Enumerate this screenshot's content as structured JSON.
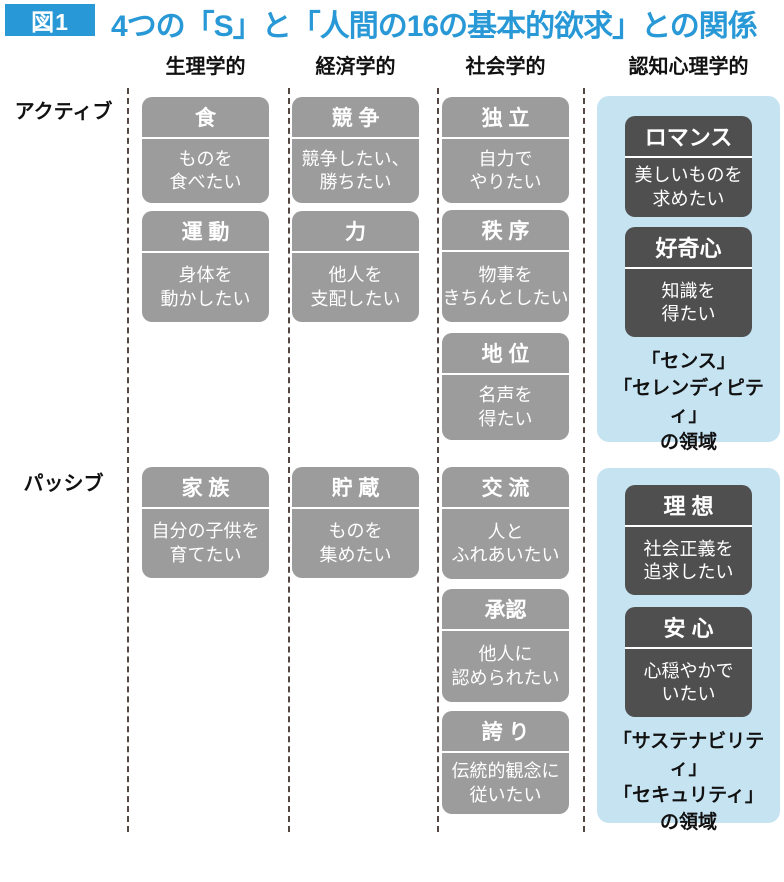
{
  "header": {
    "badge": "図1",
    "title": "4つの「S」と「人間の16の基本的欲求」との関係"
  },
  "rows": {
    "active": "アクティブ",
    "passive": "パッシブ"
  },
  "grid": {
    "physiological": {
      "header": "生理学的",
      "active": [
        {
          "title": "食",
          "body": "ものを\n食べたい"
        },
        {
          "title": "運 動",
          "body": "身体を\n動かしたい"
        }
      ],
      "passive": [
        {
          "title": "家 族",
          "body": "自分の子供を\n育てたい"
        }
      ]
    },
    "economic": {
      "header": "経済学的",
      "active": [
        {
          "title": "競 争",
          "body": "競争したい、\n勝ちたい"
        },
        {
          "title": "力",
          "body": "他人を\n支配したい"
        }
      ],
      "passive": [
        {
          "title": "貯 蔵",
          "body": "ものを\n集めたい"
        }
      ]
    },
    "sociological": {
      "header": "社会学的",
      "active": [
        {
          "title": "独 立",
          "body": "自力で\nやりたい"
        },
        {
          "title": "秩 序",
          "body": "物事を\nきちんとしたい"
        },
        {
          "title": "地 位",
          "body": "名声を\n得たい"
        }
      ],
      "passive": [
        {
          "title": "交 流",
          "body": "人と\nふれあいたい"
        },
        {
          "title": "承認",
          "body": "他人に\n認められたい"
        },
        {
          "title": "誇 り",
          "body": "伝統的観念に\n従いたい"
        }
      ]
    },
    "cognitive": {
      "header": "認知心理学的",
      "active": {
        "cards": [
          {
            "title": "ロマンス",
            "body": "美しいものを\n求めたい"
          },
          {
            "title": "好奇心",
            "body": "知識を\n得たい"
          }
        ],
        "caption": "「センス」\n「セレンディピティ」\nの領域"
      },
      "passive": {
        "cards": [
          {
            "title": "理 想",
            "body": "社会正義を\n追求したい"
          },
          {
            "title": "安 心",
            "body": "心穏やかで\nいたい"
          }
        ],
        "caption": "「サステナビリティ」\n「セキュリティ」\nの領域"
      }
    }
  },
  "colors": {
    "accent_blue": "#2899D6",
    "card_gray": "#9C9C9C",
    "card_dark": "#4F4F4F",
    "panel_blue": "#C6E3F2",
    "divider_line": "#544741"
  }
}
